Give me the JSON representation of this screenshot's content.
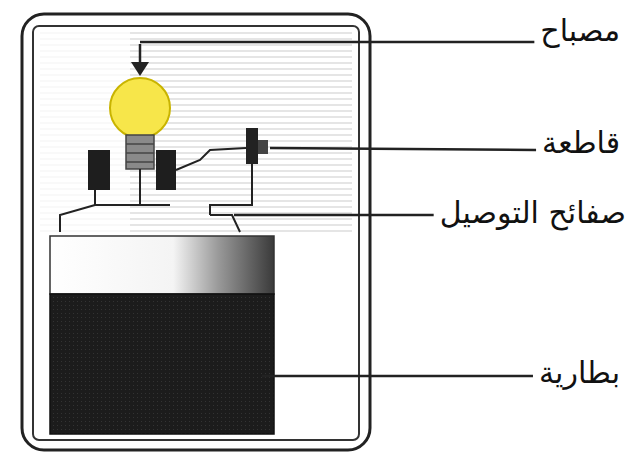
{
  "diagram": {
    "labels": [
      "مصباح",
      "قاطعة",
      "صفائح التوصيل",
      "بطارية"
    ]
  }
}
